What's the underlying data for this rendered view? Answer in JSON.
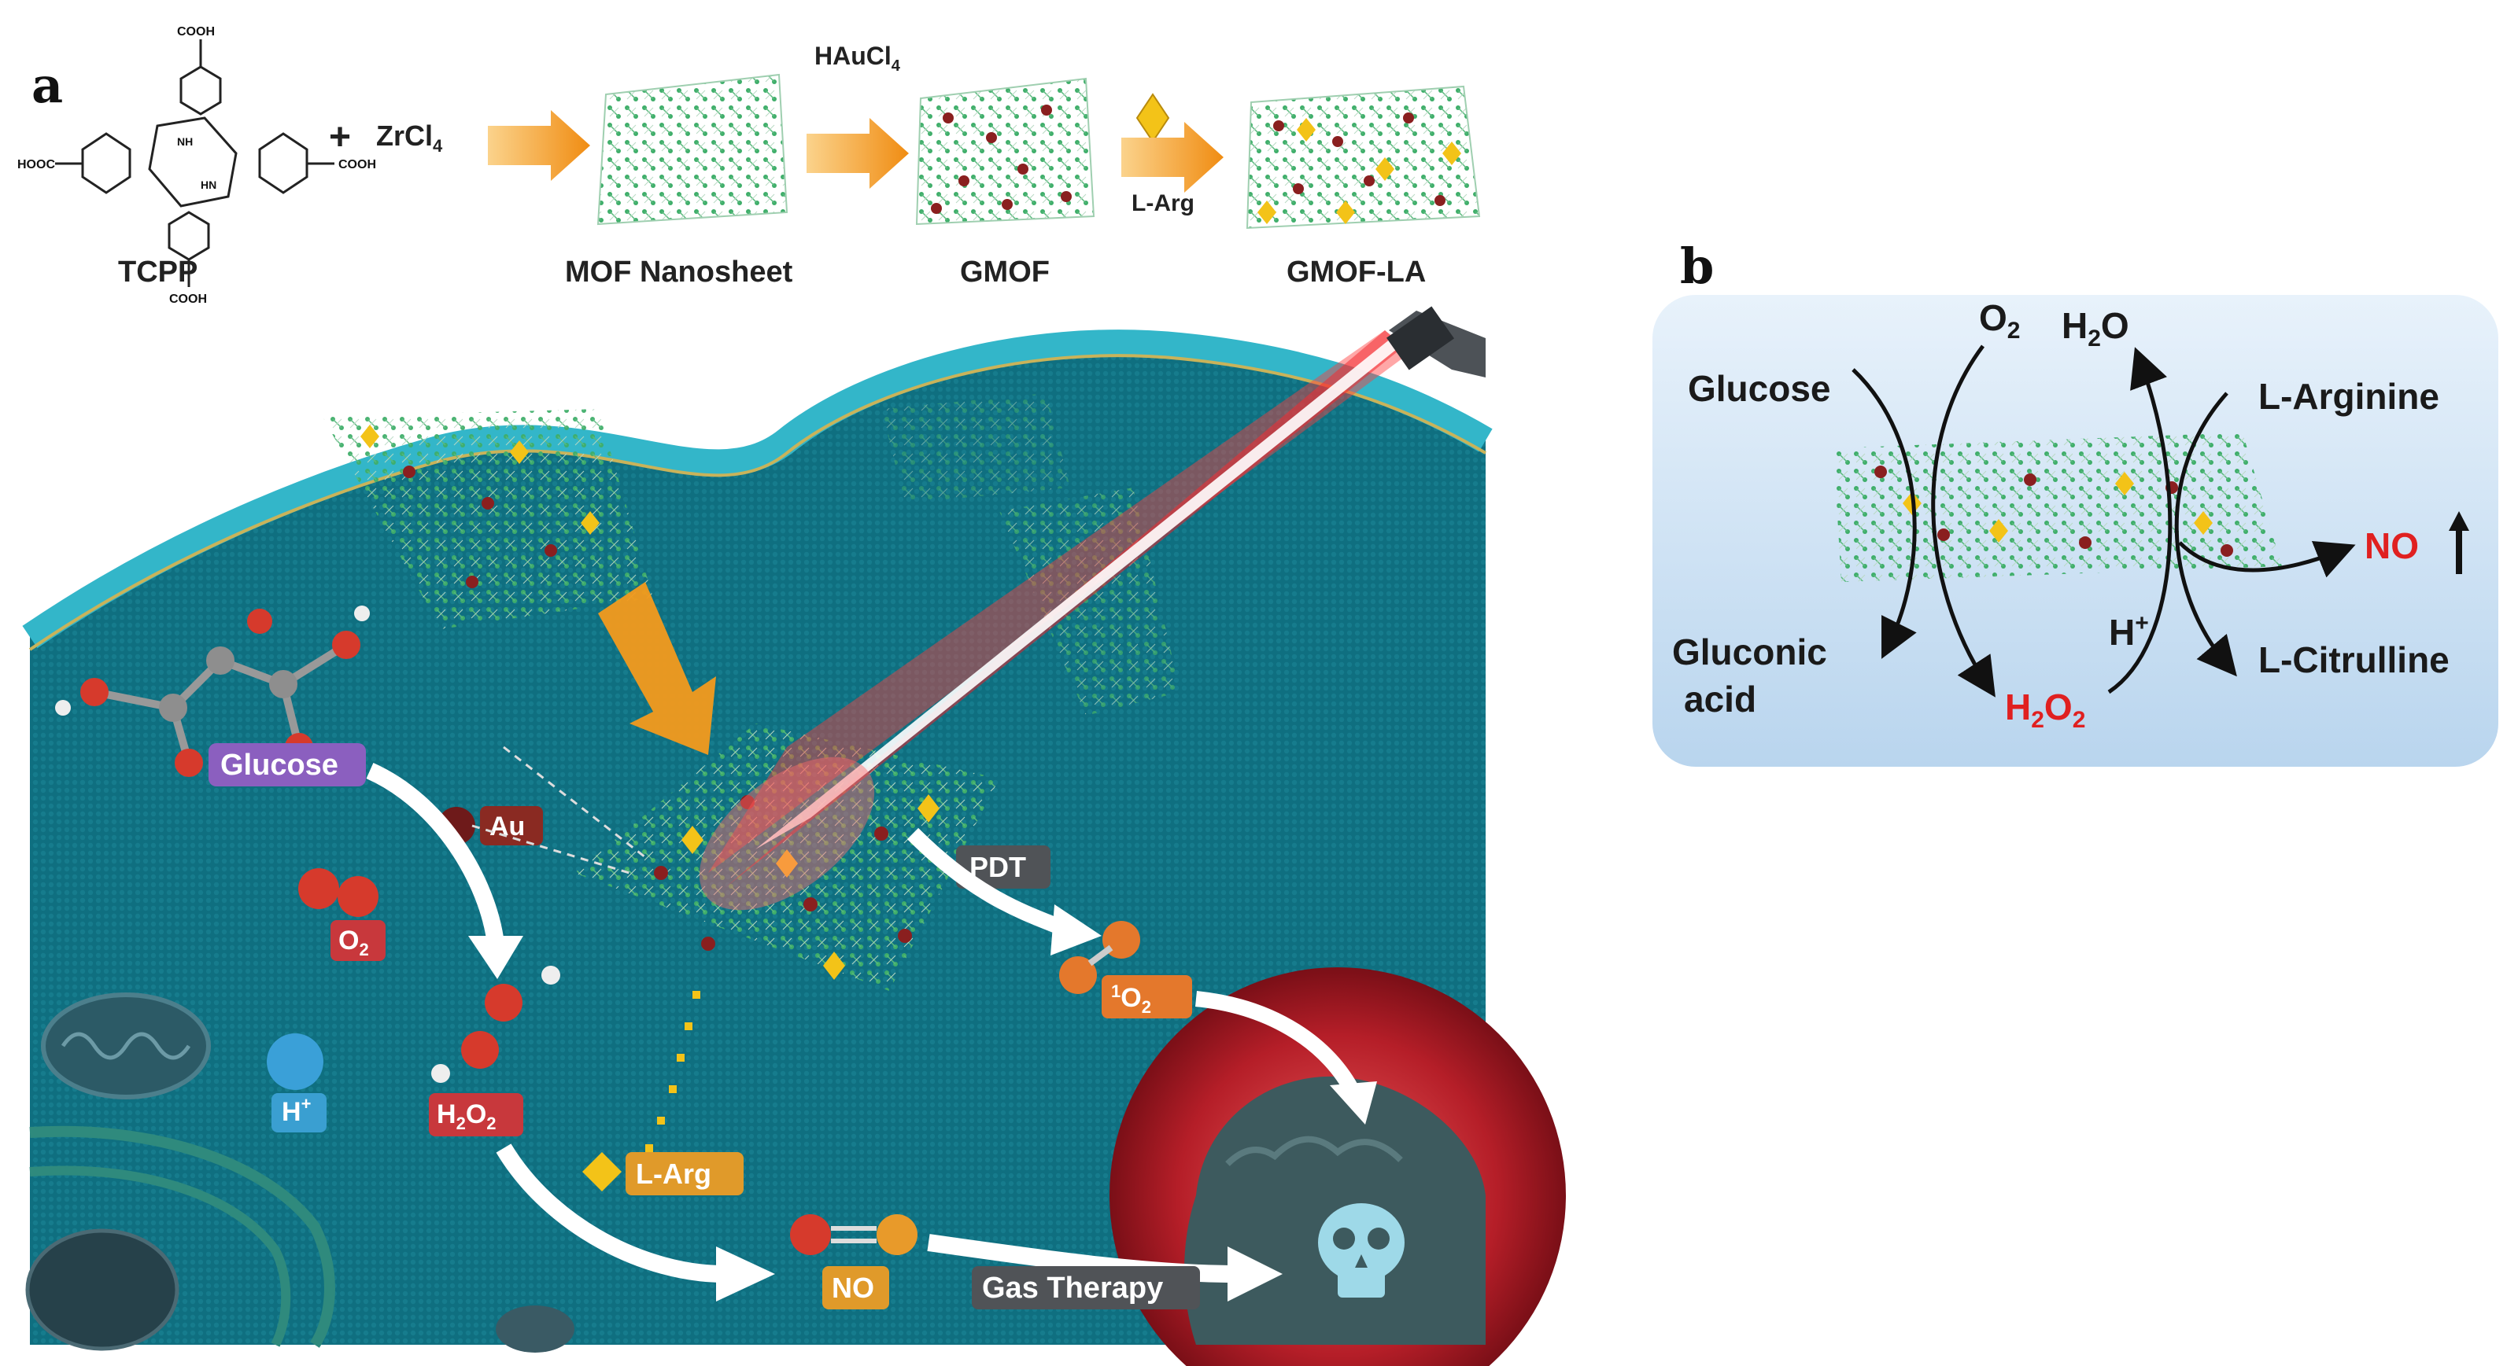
{
  "panel_a": {
    "panel_label": "a",
    "synthesis": {
      "tcpp_label": "TCPP",
      "cooh_labels": [
        "COOH",
        "COOH",
        "COOH",
        "HOOC"
      ],
      "nh_labels": [
        "NH",
        "HN"
      ],
      "plus": "+",
      "zrcl4": "ZrCl",
      "zrcl4_sub": "4",
      "mof_label": "MOF Nanosheet",
      "haucl4": "HAuCl",
      "haucl4_sub": "4",
      "gmof_label": "GMOF",
      "larg_step": "L-Arg",
      "gmof_la_label": "GMOF-LA"
    },
    "scene": {
      "glucose": "Glucose",
      "au": "Au",
      "o2": "O",
      "o2_sub": "2",
      "h_plus": "H",
      "h_plus_sup": "+",
      "h2o2_h": "H",
      "h2o2_sub1": "2",
      "h2o2_o": "O",
      "h2o2_sub2": "2",
      "larg": "L-Arg",
      "no": "NO",
      "pdt": "PDT",
      "singlet_sup": "1",
      "singlet_o": "O",
      "singlet_sub": "2",
      "gas_therapy": "Gas Therapy"
    }
  },
  "panel_b": {
    "panel_label": "b",
    "glucose": "Glucose",
    "o2": "O",
    "o2_sub": "2",
    "h2o_h": "H",
    "h2o_sub": "2",
    "h2o_o": "O",
    "l_arginine": "L-Arginine",
    "no": "NO",
    "gluconic_line1": "Gluconic",
    "gluconic_line2": "acid",
    "h2o2_h": "H",
    "h2o2_sub1": "2",
    "h2o2_o": "O",
    "h2o2_sub2": "2",
    "h_plus": "H",
    "h_plus_sup": "+",
    "l_citrulline": "L-Citrulline"
  },
  "colors": {
    "cell_teal": "#0f6f80",
    "membrane": "#33b6c9",
    "arrow_orange": "#f39a1c",
    "laser_red": "#e8212a",
    "label_purple": "#8b5fbf",
    "label_red": "#c8383c",
    "label_orange": "#e09a2a",
    "label_gray": "#505357",
    "panel_b_bg": "#cfe3f4",
    "red_text": "#e02020"
  }
}
